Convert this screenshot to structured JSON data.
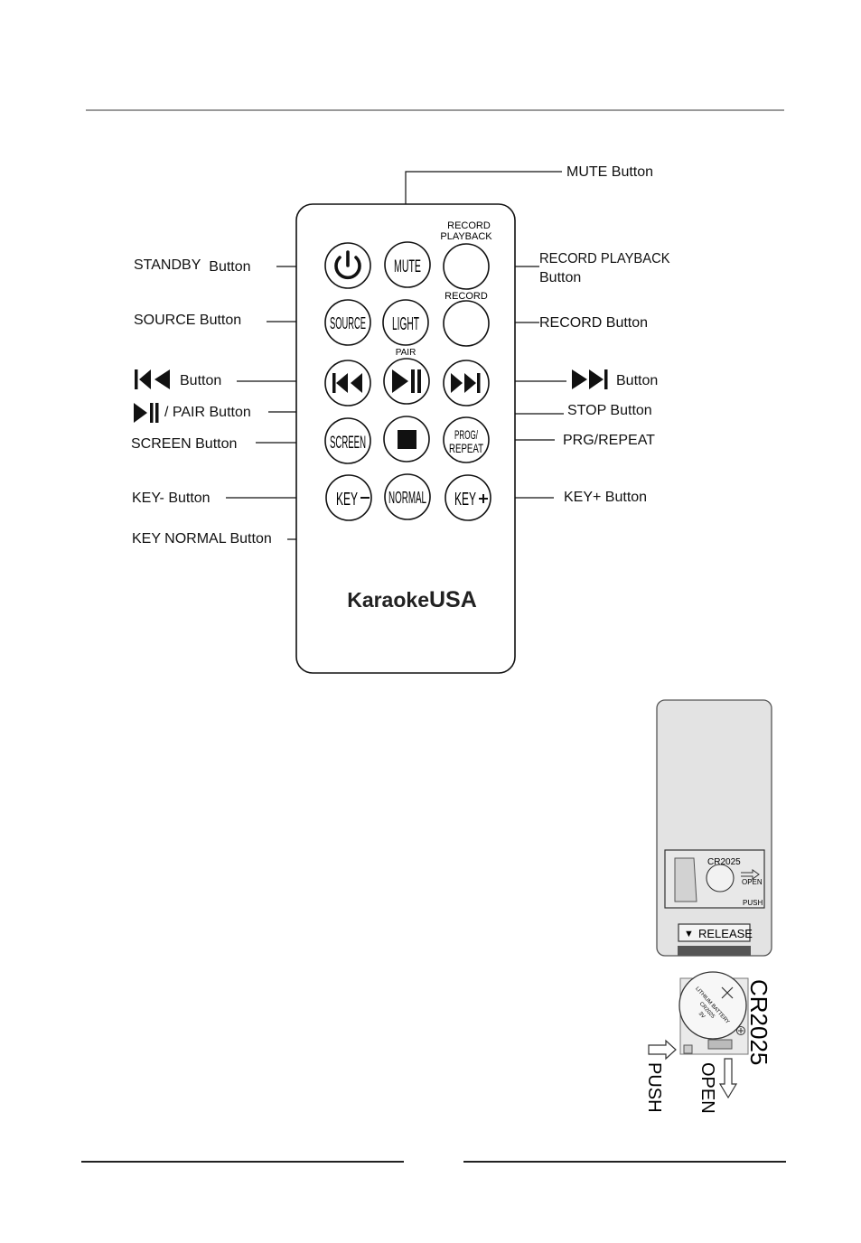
{
  "remote": {
    "brand_light": "Karaoke",
    "brand_bold": "USA",
    "buttons": {
      "mute": "MUTE",
      "source": "SOURCE",
      "light": "LIGHT",
      "screen": "SCREEN",
      "prog_line1": "PROG/",
      "prog_line2": "REPEAT",
      "key_minus": "KEY",
      "normal": "NORMAL",
      "key_plus": "KEY"
    },
    "small_labels": {
      "record_playback_line1": "RECORD",
      "record_playback_line2": "PLAYBACK",
      "record": "RECORD",
      "pair": "PAIR"
    }
  },
  "callouts": {
    "mute": "MUTE Button",
    "standby_a": "STANDBY",
    "standby_b": "Button",
    "record_playback_line1": "RECORD PLAYBACK",
    "record_playback_line2": "Button",
    "source": "SOURCE Button",
    "record": "RECORD Button",
    "prev": "Button",
    "next": "Button",
    "play_pair": "/ PAIR Button",
    "stop": "STOP Button",
    "screen": "SCREEN Button",
    "prg_repeat": "PRG/REPEAT",
    "key_minus": "KEY- Button",
    "key_plus": "KEY+ Button",
    "key_normal": "KEY NORMAL Button"
  },
  "battery": {
    "model": "CR2025",
    "open": "OPEN",
    "push": "PUSH",
    "release": "RELEASE",
    "release_arrow": "▼",
    "cell_text_line1": "LITHIUM BATTERY",
    "cell_text_line2": "CR2025",
    "cell_text_line3": "3V",
    "large_model": "CR2025",
    "large_push": "PUSH",
    "large_open": "OPEN"
  }
}
